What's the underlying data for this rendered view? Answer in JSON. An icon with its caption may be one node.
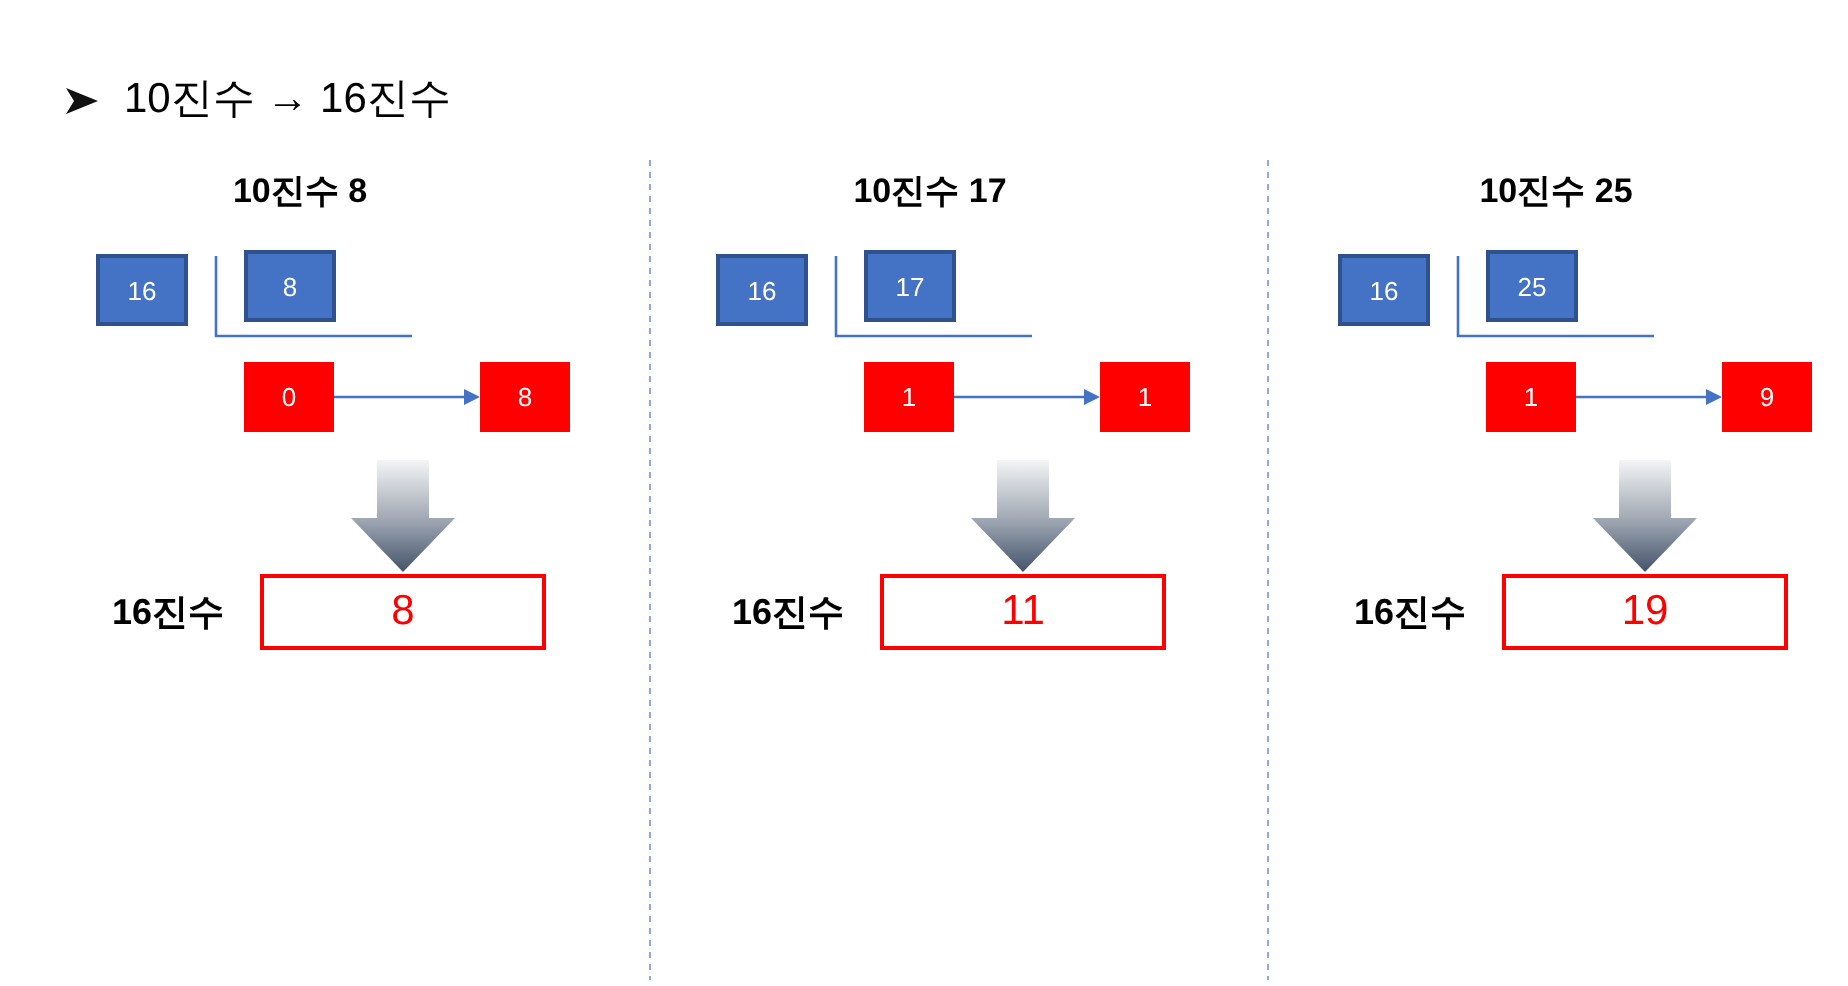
{
  "diagram": {
    "title": "10진수 → 16진수",
    "nodes": [
      {
        "text": [
          "16"
        ]
      },
      {
        "text": [
          "8"
        ]
      },
      {
        "text": [
          "0"
        ]
      },
      {
        "text": [
          "8"
        ]
      },
      {
        "text": [
          "8"
        ],
        "beside": [
          "16진수"
        ]
      },
      {
        "text": [
          "16"
        ]
      },
      {
        "text": [
          "17"
        ]
      },
      {
        "text": [
          "1"
        ]
      },
      {
        "text": [
          "1"
        ]
      },
      {
        "text": [
          "11"
        ],
        "beside": [
          "16진수"
        ]
      },
      {
        "text": [
          "16"
        ]
      },
      {
        "text": [
          "25"
        ]
      },
      {
        "text": [
          "1"
        ]
      },
      {
        "text": [
          "9"
        ]
      },
      {
        "text": [
          "19"
        ],
        "beside": [
          "16진수"
        ]
      }
    ],
    "edges": [
      {
        "from": 2,
        "to": 3,
        "arrow": "to"
      },
      {
        "from": null,
        "to": 4,
        "arrow": "to",
        "style": "thick",
        "color": "#44546a"
      },
      {
        "from": 7,
        "to": 8,
        "arrow": "to"
      },
      {
        "from": null,
        "to": 9,
        "arrow": "to",
        "style": "thick",
        "color": "#44546a"
      },
      {
        "from": 12,
        "to": 13,
        "arrow": "to"
      },
      {
        "from": null,
        "to": 14,
        "arrow": "to",
        "style": "thick",
        "color": "#44546a"
      }
    ],
    "labels": [
      "10진수 8",
      "10진수 17",
      "10진수 25"
    ]
  }
}
